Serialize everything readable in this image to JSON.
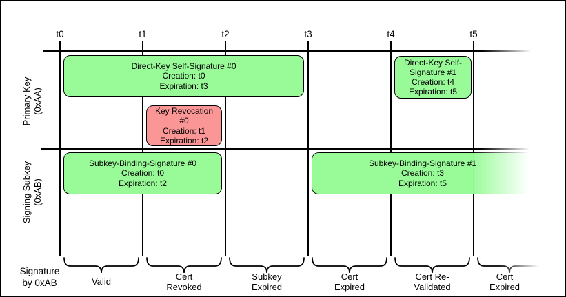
{
  "diagram": {
    "ticks": [
      "t0",
      "t1",
      "t2",
      "t3",
      "t4",
      "t5"
    ],
    "tracks": {
      "primary": {
        "label": "Primary Key\n(0xAA)"
      },
      "subkey": {
        "label": "Signing Subkey\n(0xAB)"
      }
    },
    "boxes": {
      "dks0": {
        "title": "Direct-Key Self-Signature #0",
        "creation": "Creation: t0",
        "expiration": "Expiration: t3"
      },
      "rev0": {
        "title": "Key Revocation #0",
        "creation": "Creation: t1",
        "expiration": "Expiration: t2"
      },
      "dks1": {
        "title": "Direct-Key Self-Signature #1",
        "creation": "Creation: t4",
        "expiration": "Expiration: t5"
      },
      "sbs0": {
        "title": "Subkey-Binding-Signature #0",
        "creation": "Creation: t0",
        "expiration": "Expiration: t2"
      },
      "sbs1": {
        "title": "Subkey-Binding-Signature #1",
        "creation": "Creation: t3",
        "expiration": "Expiration: t5"
      }
    },
    "bottom_label": "Signature\nby 0xAB",
    "periods": [
      "Valid",
      "Cert\nRevoked",
      "Subkey\nExpired",
      "Cert\nExpired",
      "Cert Re-\nValidated",
      "Cert\nExpired"
    ],
    "colors": {
      "signature_valid": "#98fb98",
      "revocation": "#fa9696",
      "line": "#000000"
    }
  }
}
